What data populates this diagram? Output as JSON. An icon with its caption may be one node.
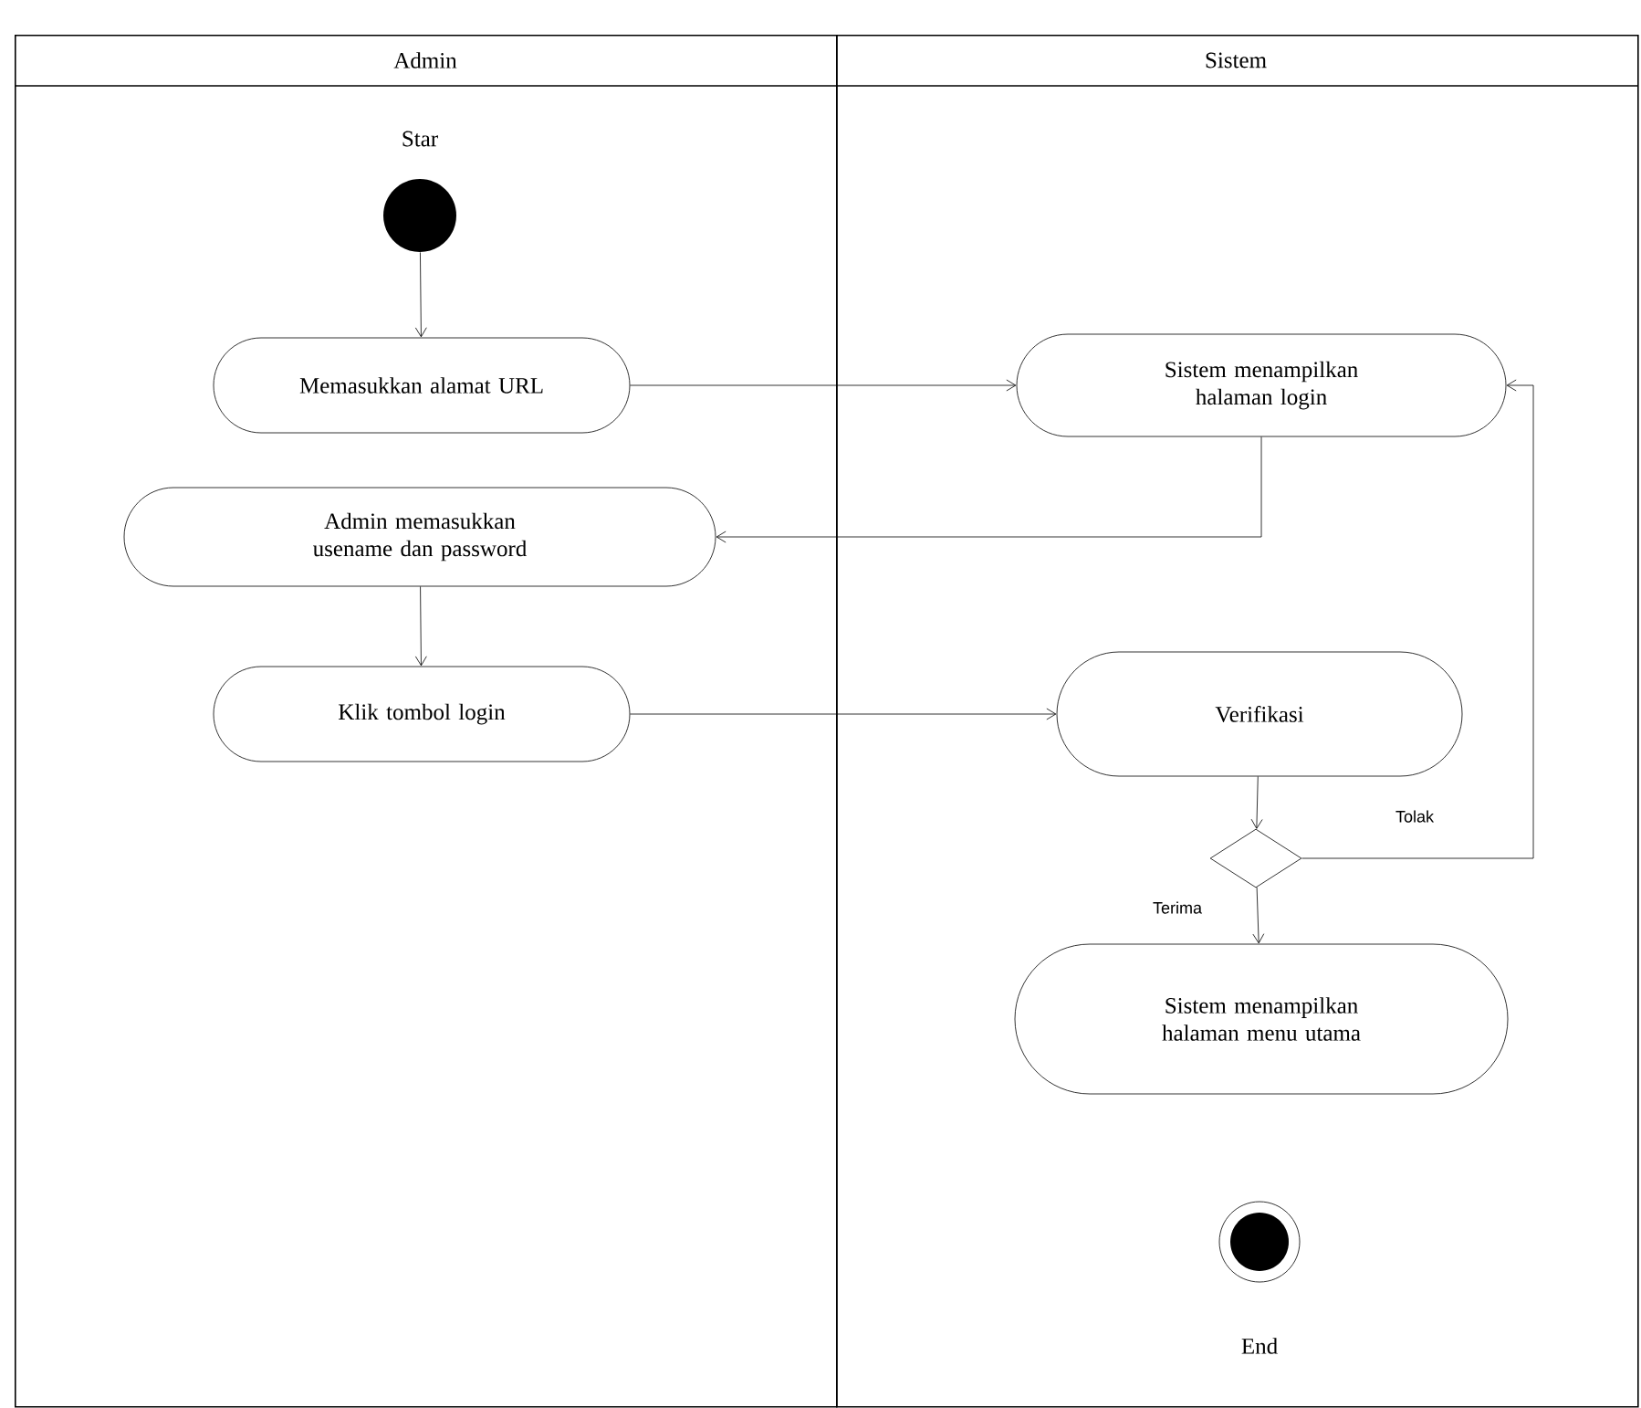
{
  "diagram": {
    "nodes": [
      {
        "text": [
          "Admin"
        ]
      },
      {
        "text": [
          "Sistem"
        ]
      },
      {
        "text": [],
        "shape": "circle",
        "beside": [
          "Star"
        ],
        "in": 0
      },
      {
        "text": [
          "Memasukkan alamat URL"
        ],
        "in": 0
      },
      {
        "text": [
          "Sistem menampilkan halaman login"
        ],
        "in": 1
      },
      {
        "text": [
          "Admin  memasukkan usename dan password"
        ],
        "in": 0
      },
      {
        "text": [
          "Klik tombol login"
        ],
        "in": 0
      },
      {
        "text": [
          "Verifikasi"
        ],
        "in": 1
      },
      {
        "text": [],
        "shape": "diamond",
        "in": 1
      },
      {
        "text": [
          "Sistem menampilkan halaman menu utama"
        ],
        "in": 1
      },
      {
        "text": [],
        "shape": "circle",
        "beside": [
          "End"
        ],
        "in": 1
      }
    ],
    "edges": [
      {
        "from": 2,
        "to": 3,
        "arrow": "to"
      },
      {
        "from": 3,
        "to": 4,
        "arrow": "to"
      },
      {
        "from": 4,
        "to": 5,
        "arrow": "to"
      },
      {
        "from": 5,
        "to": 6,
        "arrow": "to"
      },
      {
        "from": 6,
        "to": 7,
        "arrow": "to"
      },
      {
        "from": 7,
        "to": 8,
        "arrow": "to"
      },
      {
        "from": 8,
        "to": 4,
        "arrow": "to",
        "label": "Tolak"
      },
      {
        "from": 8,
        "to": 9,
        "arrow": "to",
        "label": "Terima"
      }
    ]
  }
}
